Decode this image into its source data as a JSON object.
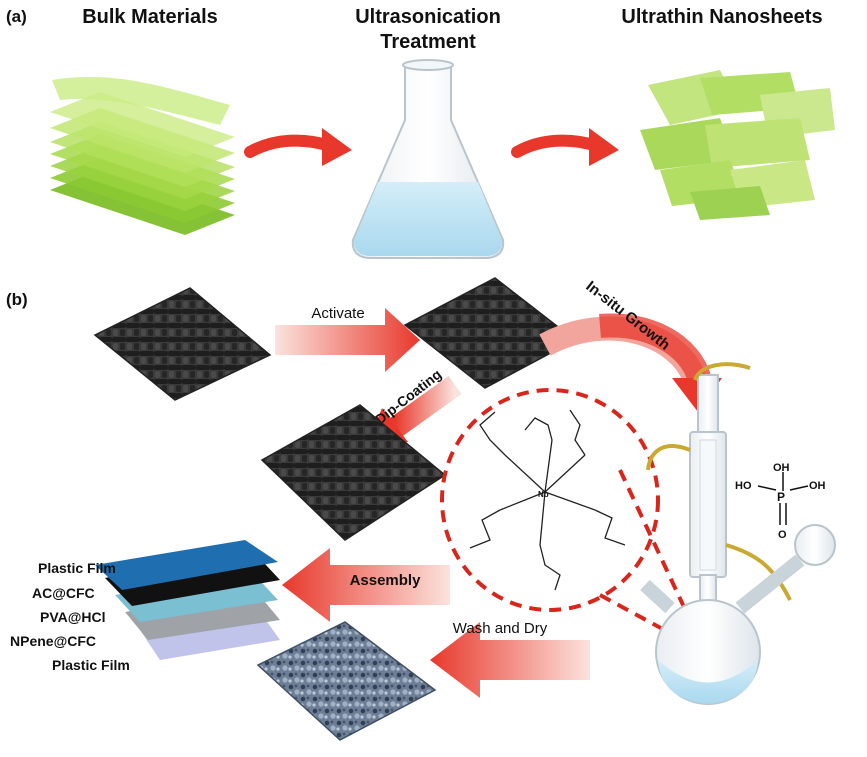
{
  "panel_a": {
    "label": "(a)",
    "step1": "Bulk Materials",
    "step2_line1": "Ultrasonication",
    "step2_line2": "Treatment",
    "step3": "Ultrathin Nanosheets"
  },
  "panel_b": {
    "label": "(b)",
    "activate": "Activate",
    "insitu": "In-situ Growth",
    "dipcoating": "Dip-Coating",
    "assembly": "Assembly",
    "washdry": "Wash and Dry",
    "layers": [
      "Plastic Film",
      "AC@CFC",
      "PVA@HCl",
      "NPene@CFC",
      "Plastic Film"
    ],
    "nb_label": "Nb",
    "oh": "OH",
    "ho": "HO",
    "p": "P",
    "o": "O"
  },
  "colors": {
    "sheet_green": "#a6d94a",
    "arrow_red": "#e8382c",
    "dashed_red": "#d9261c",
    "liquid_blue": "#bfe3f2",
    "fabric_dark": "#2b2b2b",
    "film_blue": "#1f6fb0"
  }
}
